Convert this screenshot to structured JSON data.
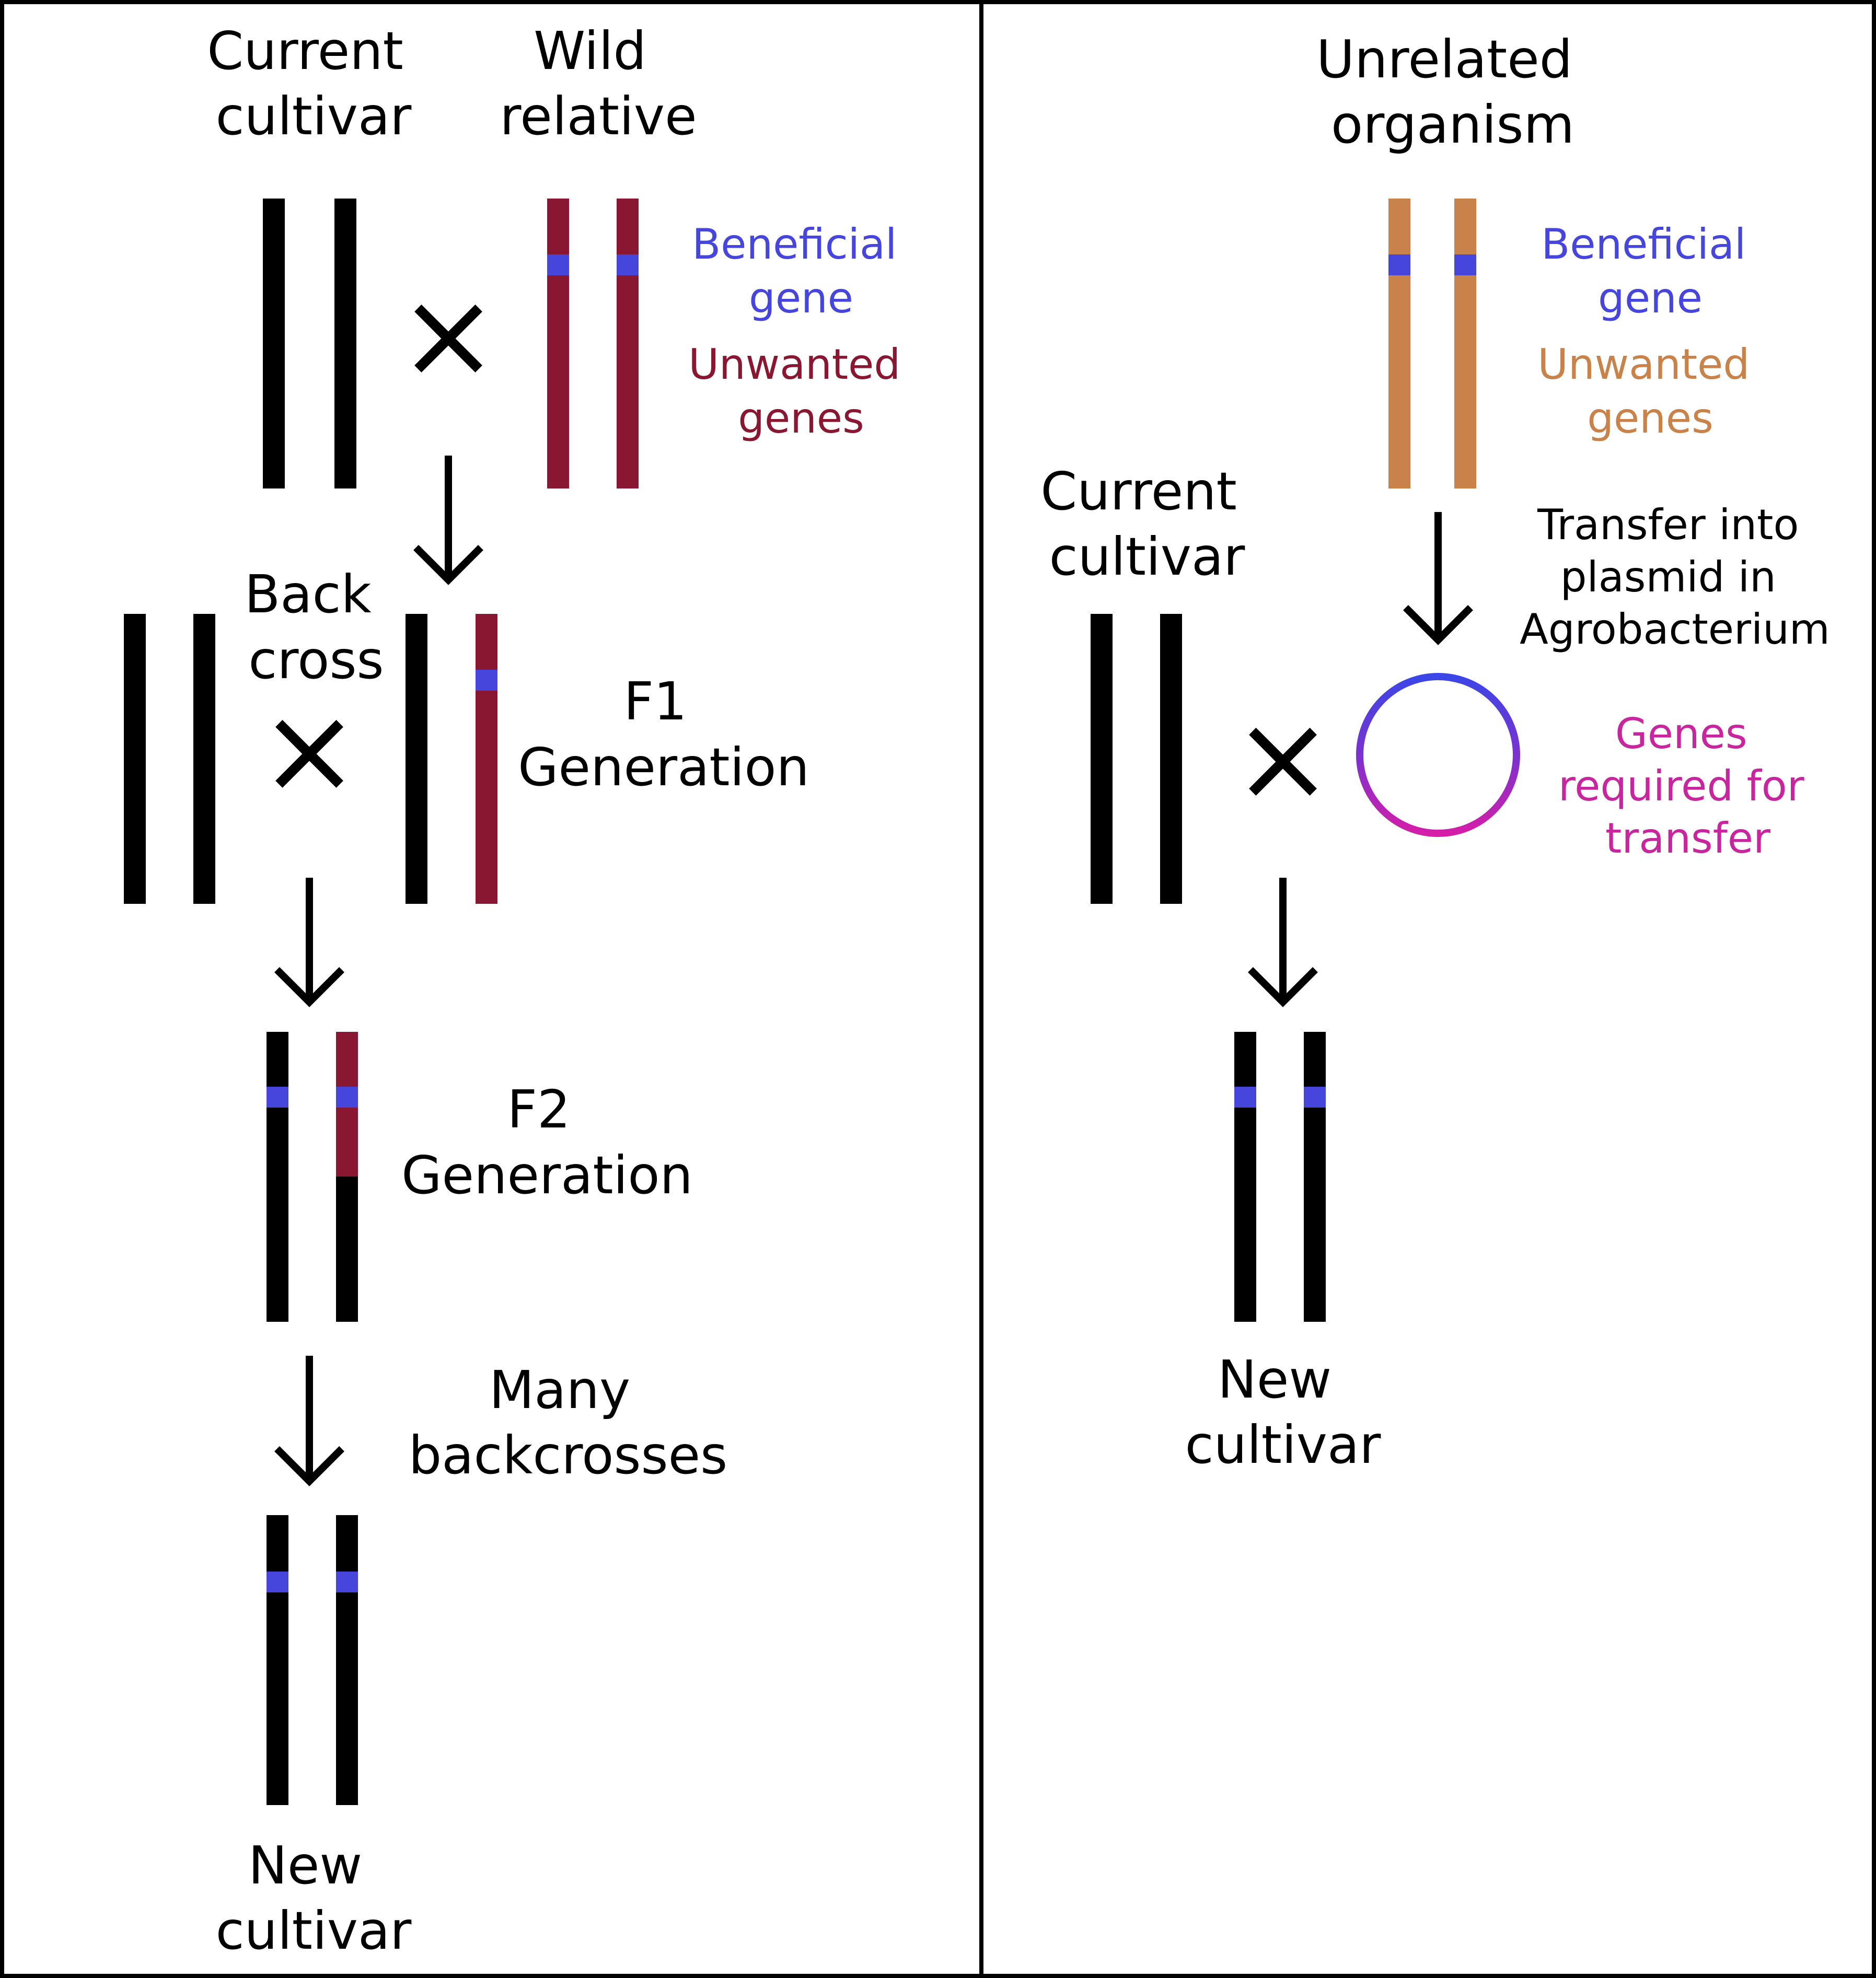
{
  "colors": {
    "chromosome_normal": "#000000",
    "chromosome_wild": "#8a1731",
    "chromosome_unrelated": "#c8824a",
    "beneficial_gene": "#4646dc",
    "plasmid_top": "#3c46e6",
    "plasmid_bottom": "#d41ea8",
    "genes_required_text": "#c8269e"
  },
  "left_panel": {
    "current_cultivar": [
      "Current",
      "cultivar"
    ],
    "wild_relative": [
      "Wild",
      "relative"
    ],
    "beneficial_gene": [
      "Beneficial",
      "gene"
    ],
    "unwanted_genes": [
      "Unwanted",
      "genes"
    ],
    "back_cross": [
      "Back",
      "cross"
    ],
    "f1_generation": [
      "F1",
      "Generation"
    ],
    "f2_generation": [
      "F2",
      "Generation"
    ],
    "many_backcrosses": [
      "Many",
      "backcrosses"
    ],
    "new_cultivar": [
      "New",
      "cultivar"
    ],
    "cross_symbol": "×"
  },
  "right_panel": {
    "unrelated_organism": [
      "Unrelated",
      "organism"
    ],
    "beneficial_gene": [
      "Beneficial",
      "gene"
    ],
    "unwanted_genes": [
      "Unwanted",
      "genes"
    ],
    "current_cultivar": [
      "Current",
      "cultivar"
    ],
    "transfer_into": [
      "Transfer into",
      "plasmid in",
      "Agrobacterium"
    ],
    "genes_required": [
      "Genes",
      "required for",
      "transfer"
    ],
    "new_cultivar": [
      "New",
      "cultivar"
    ],
    "cross_symbol": "×"
  }
}
